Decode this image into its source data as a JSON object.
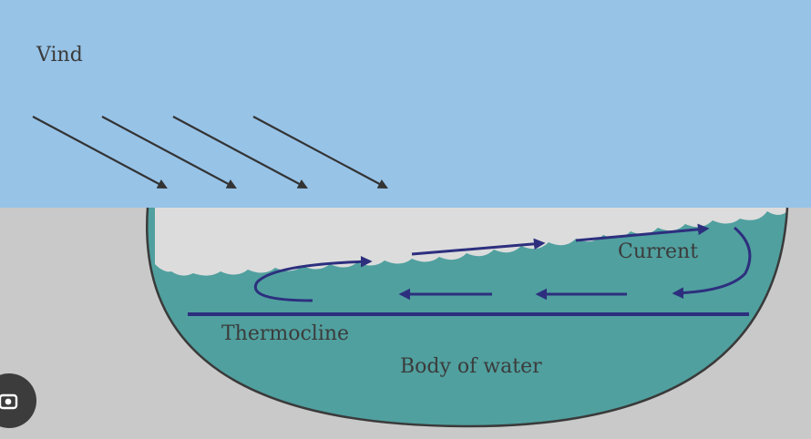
{
  "labels": {
    "wind": "Vind",
    "current": "Current",
    "thermocline": "Thermocline",
    "body": "Body of water"
  },
  "colors": {
    "sky": "#97c3e7",
    "ground": "#c9c9c9",
    "water": "#50a09f",
    "wave_foam": "#dcdcdc",
    "arrow": "#2d2f7e",
    "wind_arrow": "#333333",
    "basin_outline": "#3a3a3a"
  },
  "icons": {
    "wind_arrows": "diagonal-arrow",
    "current_arrows": "arrow",
    "lens": "lens-icon"
  }
}
